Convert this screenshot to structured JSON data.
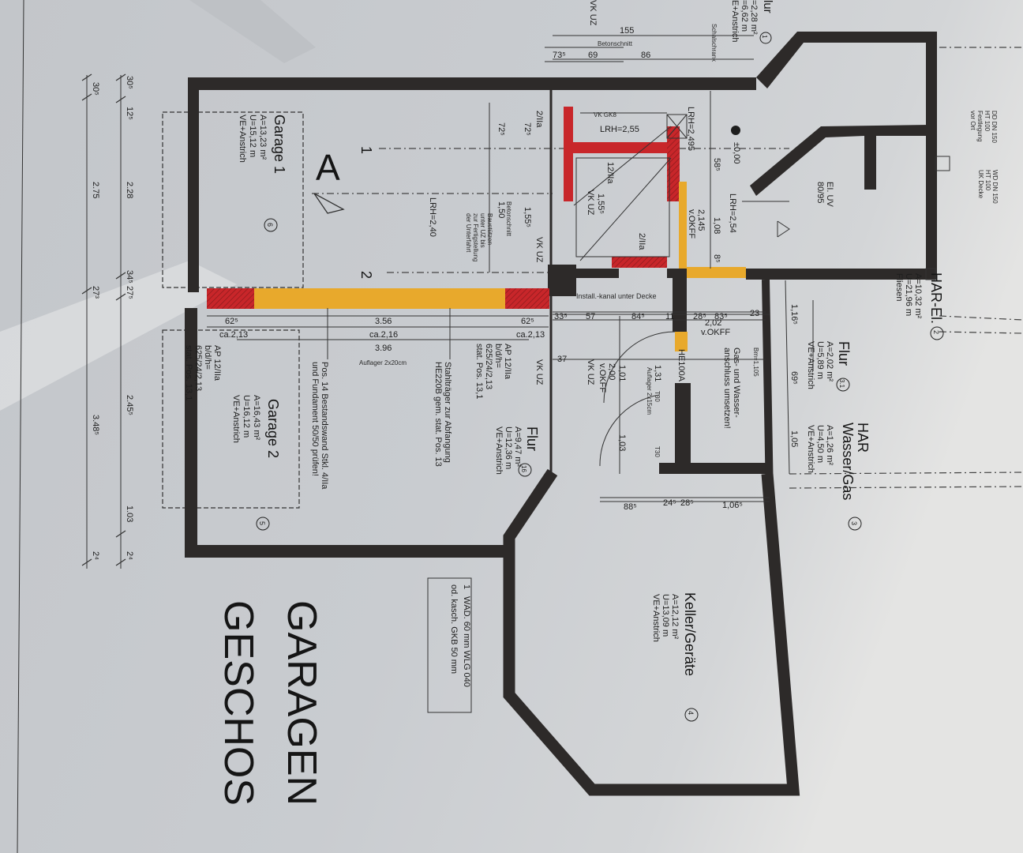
{
  "drawing": {
    "title_line1": "GARAGEN",
    "title_line2": "GESCHOS",
    "section_marker": "A",
    "axis_1": "1",
    "axis_2": "2",
    "colors": {
      "wall": "#2d2a29",
      "new_wall_red": "#c8262a",
      "beam_yellow": "#e8a92c",
      "paper": "#c6c9cc"
    }
  },
  "rooms": {
    "garage1": {
      "name": "Garage 1",
      "no": "6",
      "area": "A=13,23 m²",
      "perimeter": "U=15,12 m",
      "finish": "VE+Anstrich"
    },
    "garage2": {
      "name": "Garage 2",
      "no": "5",
      "area": "A=16,43 m²",
      "perimeter": "U=16,12 m",
      "finish": "VE+Anstrich"
    },
    "flur16": {
      "name": "Flur",
      "no": "16",
      "area": "A=9,47 m²",
      "perimeter": "U=12,36 m",
      "finish": "VE+Anstrich"
    },
    "flur31": {
      "name": "Flur",
      "no": "3.1",
      "area": "A=2,02 m²",
      "perimeter": "U=5,89 m",
      "finish": "VE+Anstrich"
    },
    "har_gas": {
      "name1": "HAR",
      "name2": "Wasser/Gas",
      "no": "3",
      "area": "A=1,26 m²",
      "perimeter": "U=4,50 m",
      "finish": "VE+Anstrich"
    },
    "har_el": {
      "name": "HAR-El.",
      "no": "2",
      "area": "A=10,32 m²",
      "perimeter": "U=21,96 m",
      "finish": "Fliesen"
    },
    "keller": {
      "name": "Keller/Geräte",
      "no": "4",
      "area": "A=12,12 m²",
      "perimeter": "U=13,09 m",
      "finish": "VE+Anstrich"
    },
    "flur1_partial": {
      "name": "lur",
      "no": "1",
      "area": "=2,28 m²",
      "perimeter": "=6,62 m",
      "finish": "E+Anstrich"
    }
  },
  "notes": {
    "ap_right": [
      "AP 12/IIa",
      "b/d/h=",
      "625/24/2,13",
      "stat. Pos. 13,1"
    ],
    "ap_left": [
      "AP 12/IIa",
      "b/d/h=",
      "625/24/2,13",
      "stat. Pos. 13,1"
    ],
    "pos14": [
      "Pos. 14 Bestandswand Stkl. 4/IIa",
      "und Fundament 50/50 prüfen!"
    ],
    "stahltraeger": [
      "Stahlträger zur Abfangung",
      "HE220B gem. stat. Pos. 13"
    ],
    "baustuetzen": [
      "Baustützen",
      "unter UZ bis",
      "zur Fertigstellung",
      "der Unterfahrt"
    ],
    "lrh_garage": "LRH=2,40",
    "lrh_255": "LRH=2,55",
    "vk_gk8": "VK GK8",
    "lrh_2495": "LRH=2,495",
    "lrh_254": "LRH=2,54",
    "zero": "±0,00",
    "okff_2145": [
      "2,145",
      "v.OKFF"
    ],
    "okff_202": [
      "2,02",
      "v.OKFF"
    ],
    "okff_200": [
      "2,00",
      "v.OKFF"
    ],
    "install": "Install.-kanal unter Decke",
    "he100a": "HE100A",
    "gas_wasser": [
      "Gas- und Wasser-",
      "anschluss umsetzen!"
    ],
    "el_uv": [
      "EI. UV",
      "80/95"
    ],
    "wd": [
      "WD DN 150",
      "HT 100",
      "UK Decke"
    ],
    "dd": [
      "DD DN 150",
      "HT 100",
      "Festlegung",
      "vor Ort"
    ],
    "waermedaemmung": [
      "WÄD. 60 mm WLG 040",
      "od. kasch. GKB 50 mm"
    ],
    "waermedaemmung_no": "1",
    "vk_uz": "VK UZ",
    "two_iia": "2/IIa",
    "twelve_iia": "12/IIa",
    "betonschnitt": "Betonschnitt",
    "auflager": "Auflager 2x20cm",
    "auflager2": "Auflager 2x15cm",
    "t30": "T30",
    "schalschrank": "Schalschrank",
    "bmh": "Bm=1,105"
  },
  "dimensions": {
    "beam": {
      "left": "62⁵",
      "left_ca": "ca.2,13",
      "mid": "3.56",
      "mid_ca": "ca.2,16",
      "total": "3.96",
      "right": "62⁵",
      "right_ca": "ca.2,13"
    },
    "top": {
      "total": "155",
      "a": "69",
      "b": "86",
      "c": "73⁵"
    },
    "hall": [
      "33⁵",
      "57",
      "84⁵",
      "11",
      "28⁵",
      "83⁵",
      "23",
      "37"
    ],
    "hall_v": [
      "1,01",
      "1,31",
      "1,03",
      "1,08",
      "58⁵",
      "8⁵",
      "1,16⁵",
      "69⁵",
      "1,05"
    ],
    "keller": [
      "88⁵",
      "24⁵",
      "28⁵",
      "1,06⁵"
    ],
    "left": [
      "30⁵",
      "30⁵",
      "12⁵",
      "2.28",
      "2.75",
      "34⁵",
      "27⁵",
      "27³",
      "2.45⁵",
      "3.48⁵",
      "1.03",
      "2⁴",
      "2⁴"
    ],
    "misc": [
      "72⁵",
      "72⁵",
      "1,55⁵",
      "1,50",
      "1,55⁵"
    ]
  }
}
